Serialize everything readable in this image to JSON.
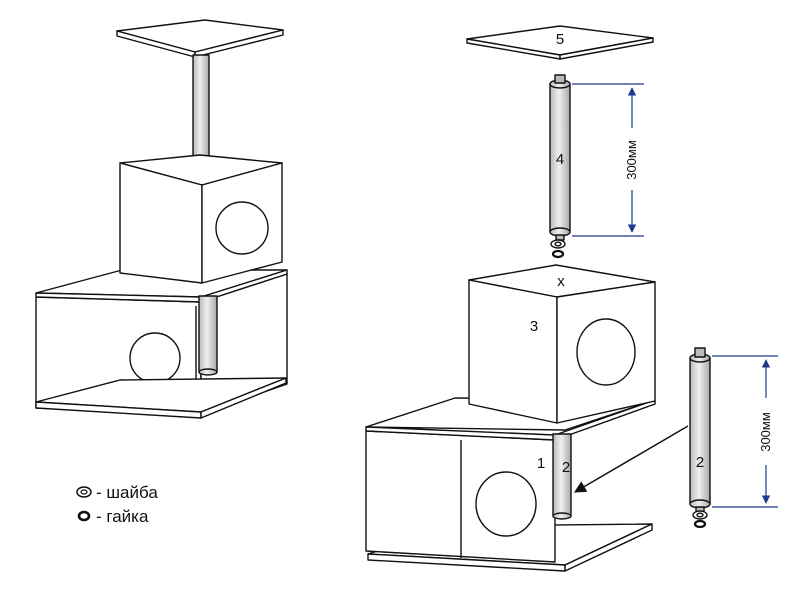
{
  "assembled_view": {},
  "exploded_view": {
    "part_labels": {
      "base": "1",
      "lower_post": "2",
      "lower_post_detached": "2",
      "cube": "3",
      "upper_post": "4",
      "top_platform": "5",
      "mount_mark": "x"
    },
    "dimensions": {
      "upper_post_length": "300мм",
      "lower_post_length": "300мм"
    }
  },
  "legend": {
    "washer": "- шайба",
    "nut": "- гайка"
  },
  "colors": {
    "line": "#111111",
    "surface": "#ffffff",
    "post_fill": "#d6d6d6",
    "dimension": "#1f3a8a"
  }
}
